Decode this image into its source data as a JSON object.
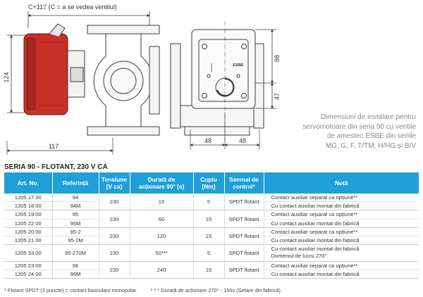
{
  "drawing": {
    "top_dim_label": "C+117 (C = a se vedea ventilul)",
    "dim_124": "124",
    "dim_117": "117",
    "dim_88": "88",
    "dim_47": "47",
    "dim_48_left": "48",
    "dim_48_right": "48",
    "logo_text": "ESBE"
  },
  "description": [
    "Dimensiuni de instalare pentru",
    "servomotoare din seria 90 cu ventile",
    "de amestec ESBE din seriile",
    "MG, G, F, T/TM, H/HG și BIV"
  ],
  "series_title": "SERIA 90 - FLOTANT, 230 V CA",
  "table": {
    "headers": {
      "art": "Art. No.",
      "ref": "Referință",
      "tens": "Tensiune\n[V ca]",
      "dur": "Durată de\nacționare 90° [s]",
      "cup": "Cuplu\n[Nm]",
      "sem": "Semnal de\ncontrol*",
      "nota": "Notă"
    },
    "groups": [
      {
        "rows": [
          {
            "art": "1205 17 00",
            "ref": "94",
            "nota": "Contact auxiliar separat ca opțiune**"
          },
          {
            "art": "1205 18 00",
            "ref": "94M",
            "nota": "Cu contact auxiliar montat din fabrică"
          }
        ],
        "tens": "230",
        "dur": "15",
        "cup": "5",
        "sem": "SPDT flotant"
      },
      {
        "rows": [
          {
            "art": "1205 19 00",
            "ref": "95",
            "nota": "Contact auxiliar separat ca opțiune**"
          },
          {
            "art": "1205 22 00",
            "ref": "95M",
            "nota": "Cu contact auxiliar montat din fabrică"
          }
        ],
        "tens": "230",
        "dur": "60",
        "cup": "15",
        "sem": "SPDT flotant"
      },
      {
        "rows": [
          {
            "art": "1205 20 00",
            "ref": "95-2",
            "nota": "Contact auxiliar separat ca opțiune**"
          },
          {
            "art": "1205 21 00",
            "ref": "95-2M",
            "nota": "Cu contact auxiliar montat din fabrică"
          }
        ],
        "tens": "230",
        "dur": "120",
        "cup": "15",
        "sem": "SPDT flotant"
      },
      {
        "rows": [
          {
            "art": "1205 33 00",
            "ref": "95-270M",
            "nota": "Cu contact auxiliar montat din fabrică\nDomeniul de lucru 270°"
          }
        ],
        "tens": "230",
        "dur": "50***",
        "cup": "5",
        "sem": "SPDT flotant"
      },
      {
        "rows": [
          {
            "art": "1205 23 00",
            "ref": "96",
            "nota": "Contact auxiliar separat ca opțiune**"
          },
          {
            "art": "1205 24 00",
            "ref": "96M",
            "nota": "Cu contact auxiliar montat din fabrică"
          }
        ],
        "tens": "230",
        "dur": "240",
        "cup": "15",
        "sem": "SPDT flotant"
      }
    ]
  },
  "footnotes": {
    "left": "* Flotant SPDT (3 puncte) = contact basculant monopolar",
    "right": "* * * Durată de acționare 270° - 150s (Setare din fabrică)"
  },
  "colors": {
    "header_bg": "#1fa0d8",
    "header_text": "#ffffff",
    "drawing_line": "#3a3a3a",
    "actuator_red": "#c8302a"
  }
}
